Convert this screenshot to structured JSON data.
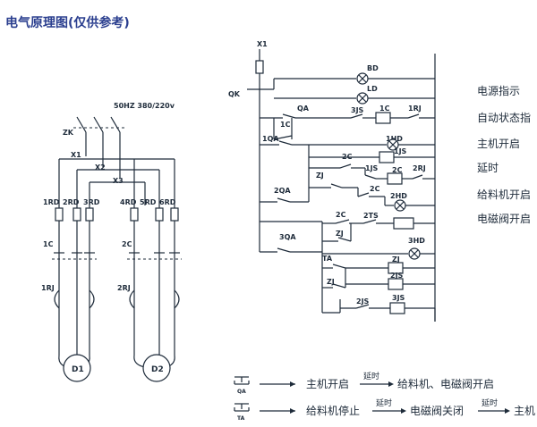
{
  "title": "电气原理图(仅供参考)",
  "power_spec": "50HZ  380/220v",
  "labels": {
    "zk": "ZK",
    "x1_left": "X1",
    "x2": "X2",
    "x3": "X3",
    "rd1": "1RD",
    "rd2": "2RD",
    "rd3": "3RD",
    "rd4": "4RD",
    "rd5": "5RD",
    "rd6": "6RD",
    "c1_main": "1C",
    "c2_main": "2C",
    "rj1": "1RJ",
    "rj2": "2RJ",
    "d1": "D1",
    "d2": "D2",
    "x1_ctrl": "X1",
    "qk": "QK",
    "bd": "BD",
    "ld": "LD",
    "qa": "QA",
    "js3": "3JS",
    "c1_coil": "1C",
    "rj1_ctrl": "1RJ",
    "c1_aux": "1C",
    "qa1": "1QA",
    "hd1": "1HD",
    "js1": "1JS",
    "c2_aux": "2C",
    "zj_a": "ZJ",
    "js1_b": "1JS",
    "c2_coil": "2C",
    "rj2_ctrl": "2RJ",
    "c2_aux2": "2C",
    "qa2": "2QA",
    "hd2": "2HD",
    "c2_aux3": "2C",
    "ts2": "2TS",
    "zj_b": "ZJ",
    "qa3": "3QA",
    "hd3": "3HD",
    "ta": "TA",
    "zj_coil": "ZJ",
    "zj_c": "ZJ",
    "js2_coil": "2JS",
    "js2": "2JS",
    "js3_coil": "3JS",
    "qa_icon": "QA",
    "ta_icon": "TA"
  },
  "side_labels": [
    "电源指示",
    "自动状态指",
    "主机开启",
    "延时",
    "给料机开启",
    "电磁阀开启"
  ],
  "legend": {
    "row1_a": "主机开启",
    "row1_delay": "延时",
    "row1_b": "给料机、电磁阀开启",
    "row2_a": "给料机停止",
    "row2_delay1": "延时",
    "row2_b": "电磁阀关闭",
    "row2_delay2": "延时",
    "row2_c": "主机"
  }
}
